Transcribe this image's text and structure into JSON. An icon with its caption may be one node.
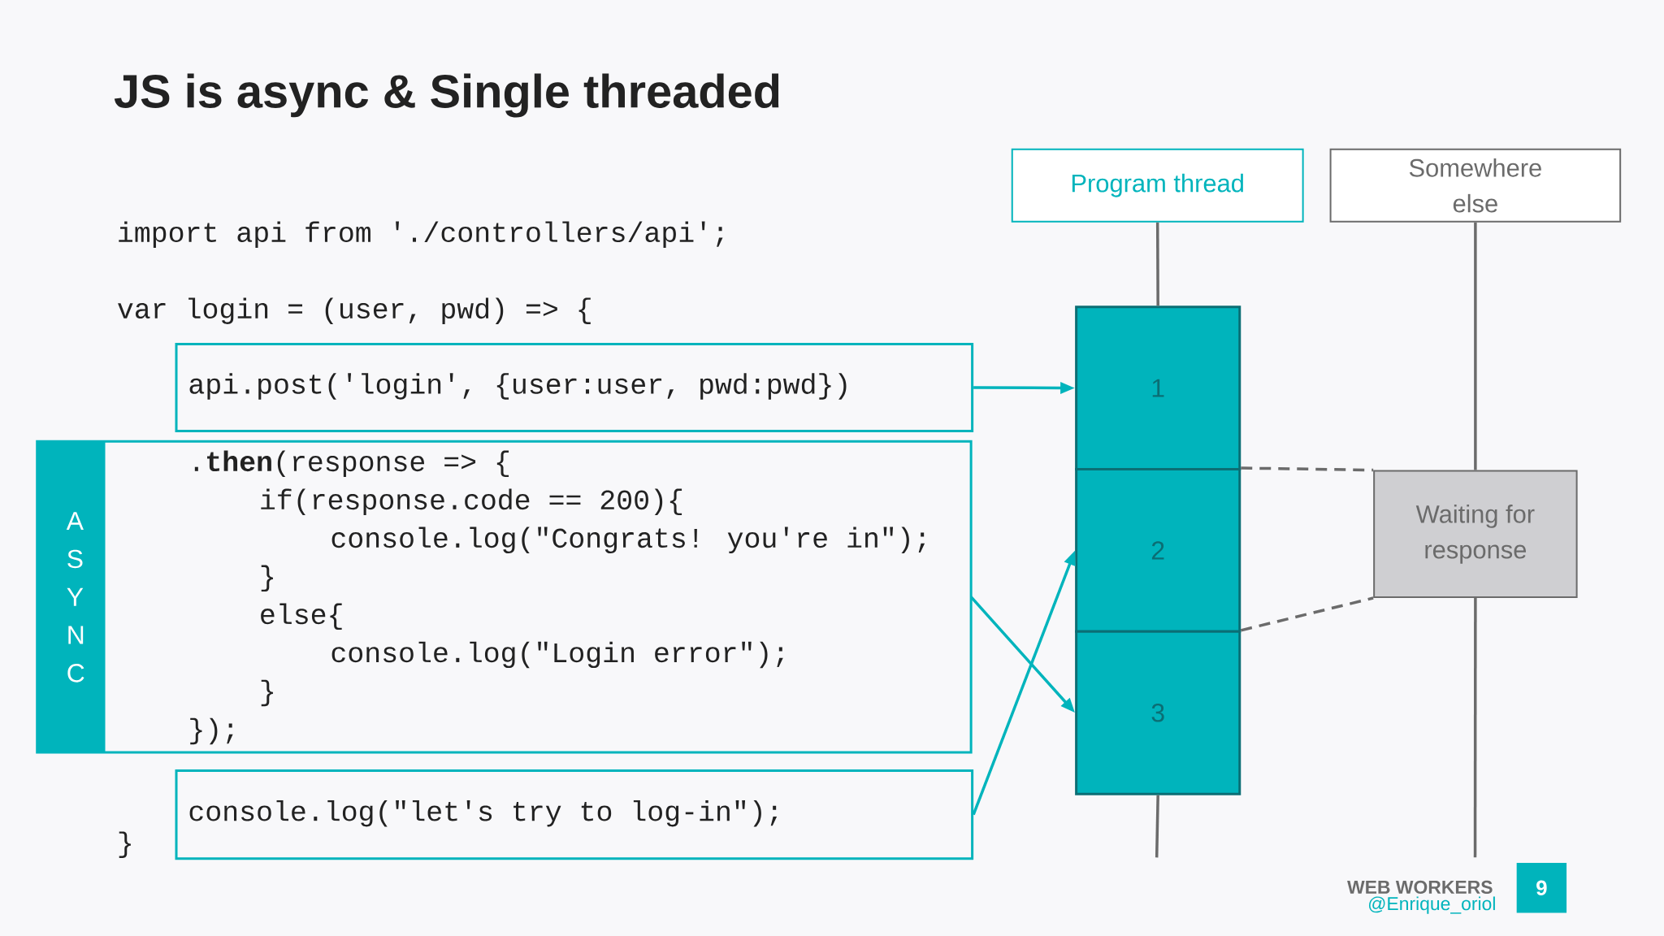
{
  "diagram": {
    "title": "JS is async & Single threaded",
    "nodes": [
      {
        "text": [
          "api.post('login', {user:user, pwd:pwd})"
        ]
      },
      {
        "text": [
          ".**then**(response => {",
          "if(response.code == 200){",
          "console.log(\"Congrats! you're in\");",
          "}",
          "else{",
          "console.log(\"Login error\");",
          "}",
          "});"
        ]
      },
      {
        "text": [
          "A S Y N C"
        ],
        "in": 1
      },
      {
        "text": [
          "console.log(\"let's try to log-in\");"
        ]
      },
      {
        "text": [
          "Program thread"
        ]
      },
      {
        "text": [
          "Somewhere else"
        ]
      },
      {
        "text": [
          "1"
        ]
      },
      {
        "text": [
          "2"
        ]
      },
      {
        "text": [
          "3"
        ]
      },
      {
        "text": [
          "Waiting for response"
        ]
      },
      {
        "text": [
          "9"
        ]
      }
    ],
    "edges": [
      {
        "from": 0,
        "to": 6,
        "arrow": "to",
        "color": "#00b4bc"
      },
      {
        "from": 1,
        "to": 8,
        "arrow": "to",
        "color": "#00b4bc"
      },
      {
        "from": 3,
        "to": 7,
        "arrow": "to",
        "color": "#00b4bc"
      },
      {
        "from": 7,
        "to": 9,
        "arrow": "none",
        "style": "dashed"
      },
      {
        "from": 8,
        "to": 9,
        "arrow": "none",
        "style": "dashed"
      },
      {
        "from": 4,
        "to": 6,
        "arrow": "none"
      },
      {
        "from": 8,
        "to": null,
        "arrow": "none"
      },
      {
        "from": 5,
        "to": 9,
        "arrow": "none"
      },
      {
        "from": 9,
        "to": null,
        "arrow": "none"
      }
    ],
    "labels": [
      "import api from './controllers/api';",
      "var login = (user, pwd) => {",
      "}",
      "WEB WORKERS",
      "@Enrique_oriol"
    ]
  }
}
